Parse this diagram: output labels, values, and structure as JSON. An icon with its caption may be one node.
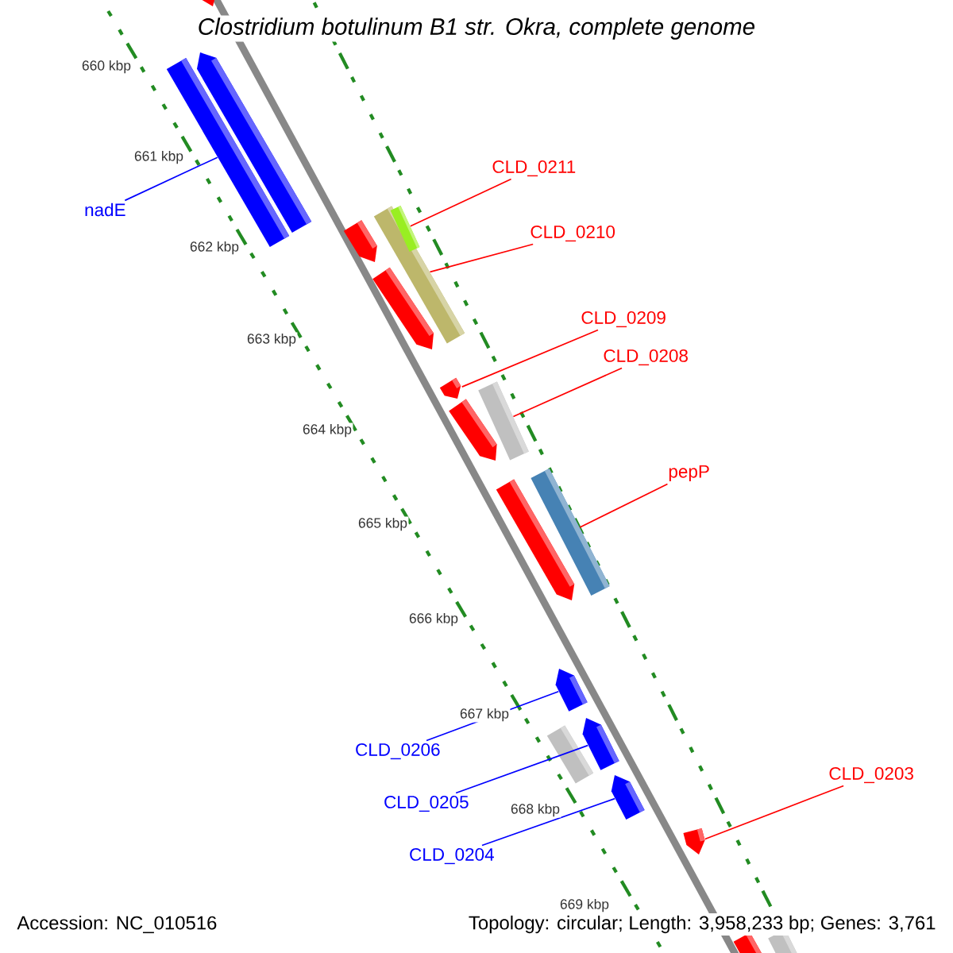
{
  "diagram": {
    "title": "Clostridium botulinum B1 str. Okra, complete genome",
    "nodes": [
      {
        "text": [],
        "shape": "bar"
      },
      {
        "text": [
          "nadE"
        ]
      },
      {
        "text": [
          "CLD_0211"
        ]
      },
      {
        "text": [],
        "shape": "bar"
      },
      {
        "text": [
          "CLD_0210"
        ]
      },
      {
        "text": [],
        "shape": "bar"
      },
      {
        "text": [
          "CLD_0209"
        ]
      },
      {
        "text": [],
        "shape": "bar"
      },
      {
        "text": [
          "CLD_0208"
        ]
      },
      {
        "text": [],
        "shape": "bar"
      },
      {
        "text": [
          "pepP"
        ]
      },
      {
        "text": [],
        "shape": "bar"
      },
      {
        "text": [],
        "shape": "bar"
      },
      {
        "text": [
          "CLD_0206"
        ]
      },
      {
        "text": [],
        "shape": "bar"
      },
      {
        "text": [
          "CLD_0205"
        ]
      },
      {
        "text": [],
        "shape": "bar"
      },
      {
        "text": [
          "CLD_0204"
        ]
      },
      {
        "text": [
          "CLD_0203"
        ]
      },
      {
        "text": [],
        "shape": "bar"
      }
    ],
    "edges": [
      {
        "from": 1,
        "to": 0,
        "arrow": "none",
        "color": "#0000ff"
      },
      {
        "from": 2,
        "to": 3,
        "arrow": "none"
      },
      {
        "from": 4,
        "to": 5,
        "arrow": "none"
      },
      {
        "from": 6,
        "to": 7,
        "arrow": "none"
      },
      {
        "from": 8,
        "to": 9,
        "arrow": "none"
      },
      {
        "from": 10,
        "to": 11,
        "arrow": "none"
      },
      {
        "from": 13,
        "to": 12,
        "arrow": "none",
        "color": "#0000ff"
      },
      {
        "from": 15,
        "to": 14,
        "arrow": "none",
        "color": "#0000ff"
      },
      {
        "from": 17,
        "to": 16,
        "arrow": "none",
        "color": "#0000ff"
      },
      {
        "from": 18,
        "to": 19,
        "arrow": "none"
      }
    ],
    "labels": [
      "660 kbp",
      "661 kbp",
      "662 kbp",
      "663 kbp",
      "664 kbp",
      "665 kbp",
      "666 kbp",
      "667 kbp",
      "668 kbp",
      "669 kbp",
      "Accession: NC_010516",
      "Topology: circular; Length: 3,958,233 bp; Genes: 3,761"
    ]
  }
}
